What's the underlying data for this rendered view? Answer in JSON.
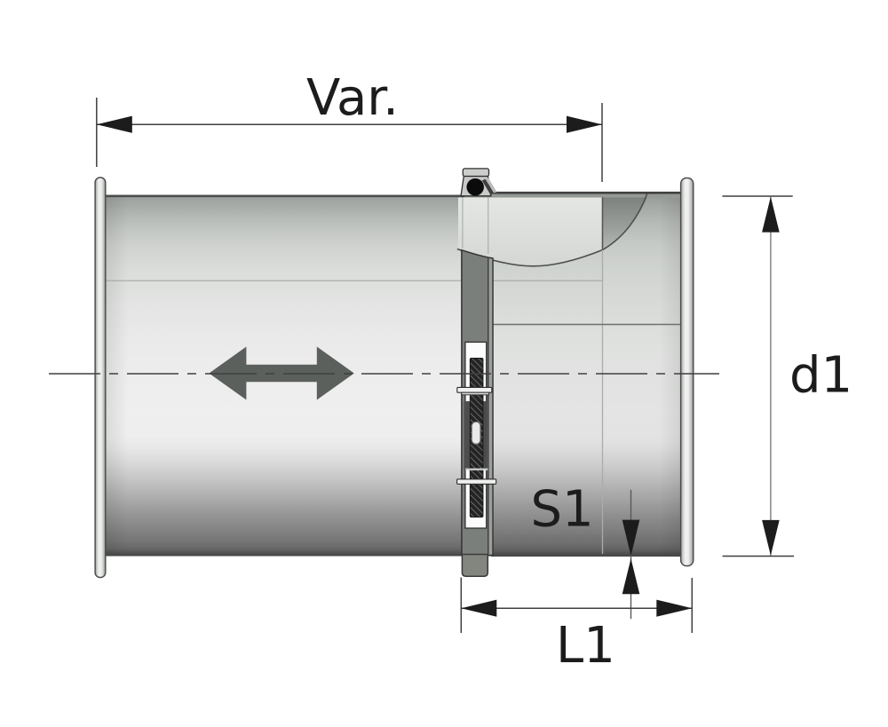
{
  "diagram": {
    "type": "technical-drawing",
    "subject": "telescopic duct connector with clamp, sectional side view",
    "labels": {
      "variable_length": "Var.",
      "diameter": "d1",
      "wall_thickness": "S1",
      "sleeve_length": "L1"
    },
    "colors": {
      "background": "#ffffff",
      "outline": "#3a3a3a",
      "dimension_line": "#3f3f3f",
      "arrow": "#1c1c1c",
      "text": "#1c1c1c",
      "motion_arrow": "#5c605d",
      "pipe_light": "#f0f0f0",
      "pipe_dark": "#3a3a3a",
      "clamp_band": "#7b7f7c",
      "screw_black": "#0b0b0b"
    }
  }
}
